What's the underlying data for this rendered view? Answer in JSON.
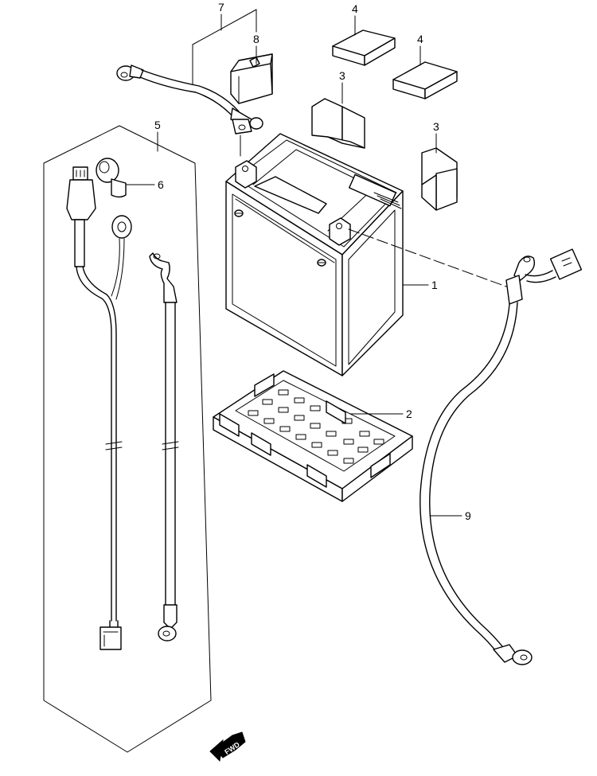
{
  "diagram": {
    "callouts": {
      "battery": "1",
      "battery_tray": "2",
      "pad_a": "3",
      "pad_b": "3",
      "spacer_a": "4",
      "spacer_b": "4",
      "wiring_harness": "5",
      "starter_relay": "6",
      "battery_minus_lead": "7",
      "fuse_cover": "8",
      "battery_plus_lead": "9"
    },
    "fwd_label": "FWD"
  }
}
